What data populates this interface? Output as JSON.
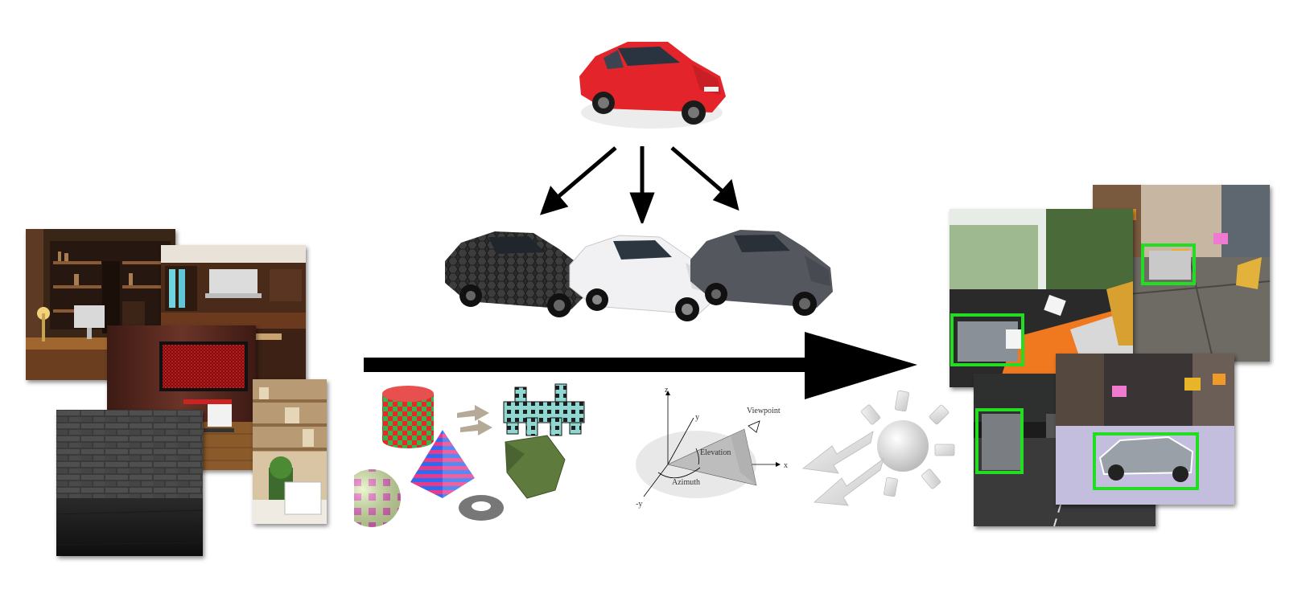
{
  "figure": {
    "viewpoint_diagram": {
      "axis_x_label": "x",
      "axis_y_label": "y",
      "axis_neg_y_label": "-y",
      "axis_z_label": "z",
      "viewpoint_label": "Viewpoint",
      "elevation_label": "Elevation",
      "azimuth_label": "Azimuth"
    },
    "colors": {
      "source_car": "#e3242b",
      "detection_box": "#22dd22",
      "main_arrow": "#000000",
      "arrow_gray": "#d8d8d8"
    },
    "icons": [
      "red-car-icon",
      "textured-car-icon",
      "light-sun-icon",
      "distractor-shapes-icon"
    ]
  }
}
